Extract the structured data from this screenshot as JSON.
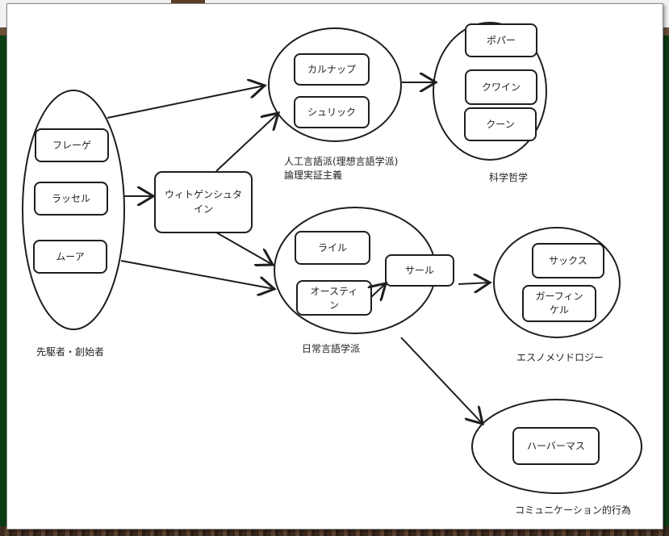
{
  "groups": [
    {
      "id": "pioneers",
      "label": [
        "先駆者・創始者"
      ],
      "members": [
        "フレーゲ",
        "ラッセル",
        "ムーア"
      ]
    },
    {
      "id": "ideal-language",
      "label": [
        "人工言語派(理想言語学派)",
        "論理実証主義"
      ],
      "members": [
        "カルナップ",
        "シュリック"
      ]
    },
    {
      "id": "philosophy-of-science",
      "label": [
        "科学哲学"
      ],
      "members": [
        "ポパー",
        "クワイン",
        "クーン"
      ]
    },
    {
      "id": "ordinary-language",
      "label": [
        "日常言語学派"
      ],
      "members": [
        "ライル",
        "オースティン",
        "サール"
      ]
    },
    {
      "id": "ethnomethodology",
      "label": [
        "エスノメソドロジー"
      ],
      "members": [
        "サックス",
        "ガーフィンケル"
      ]
    },
    {
      "id": "communicative-action",
      "label": [
        "コミュニケーション的行為"
      ],
      "members": [
        "ハーバーマス"
      ]
    }
  ],
  "central": [
    "ウィトゲンシュタ",
    "イン"
  ],
  "colors": {
    "stroke": "#1e1e1e",
    "paper": "#ffffff"
  }
}
